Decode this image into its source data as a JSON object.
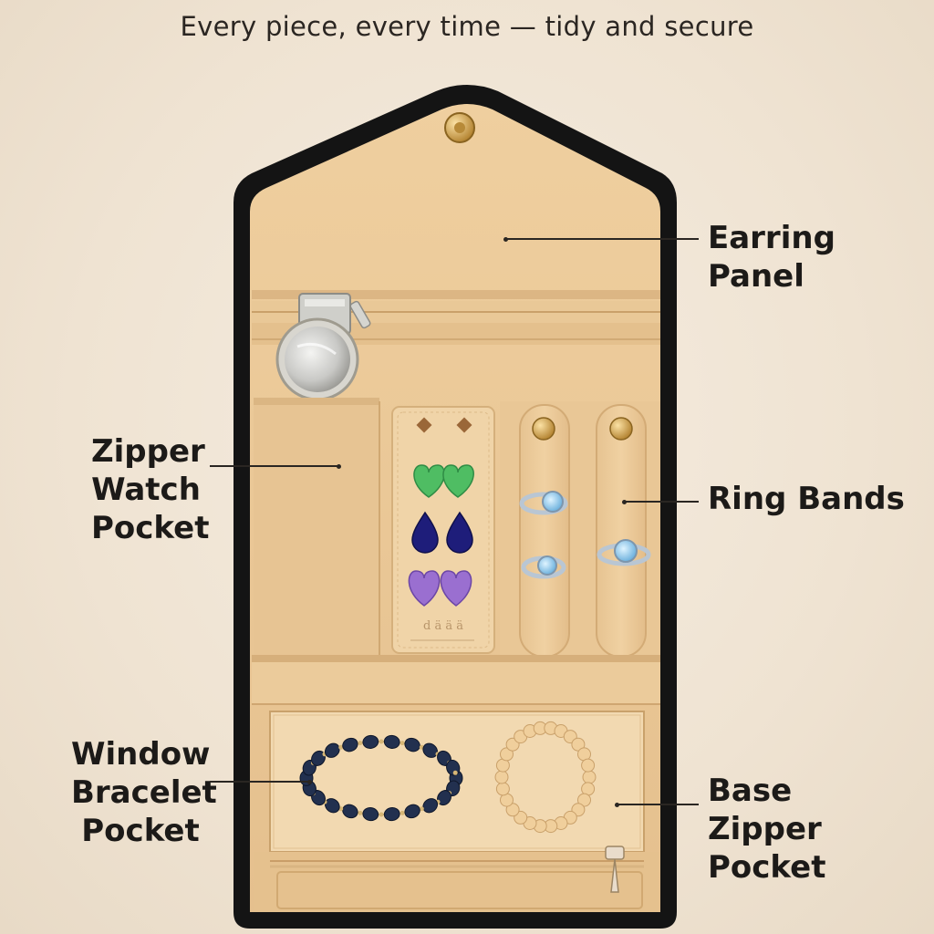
{
  "caption": "Every piece, every time — tidy and secure",
  "callouts": {
    "earring_panel": "Earring\nPanel",
    "ring_bands": "Ring Bands",
    "zipper_watch_pocket": "Zipper\nWatch\nPocket",
    "window_bracelet_pocket": "Window\nBracelet\nPocket",
    "base_zipper_pocket": "Base\nZipper\nPocket"
  },
  "embossed_text": "d ä ä ä",
  "colors": {
    "fabric": "#ebc999",
    "fabric_shadow": "#d9b382",
    "border": "#141414",
    "heart_green": "#4fbd63",
    "drop_navy": "#1e1d7a",
    "heart_purple": "#9a6fd0",
    "pearl_navy": "#22304f",
    "pearl_cream": "#f0cf9c",
    "gold": "#c89a45"
  }
}
